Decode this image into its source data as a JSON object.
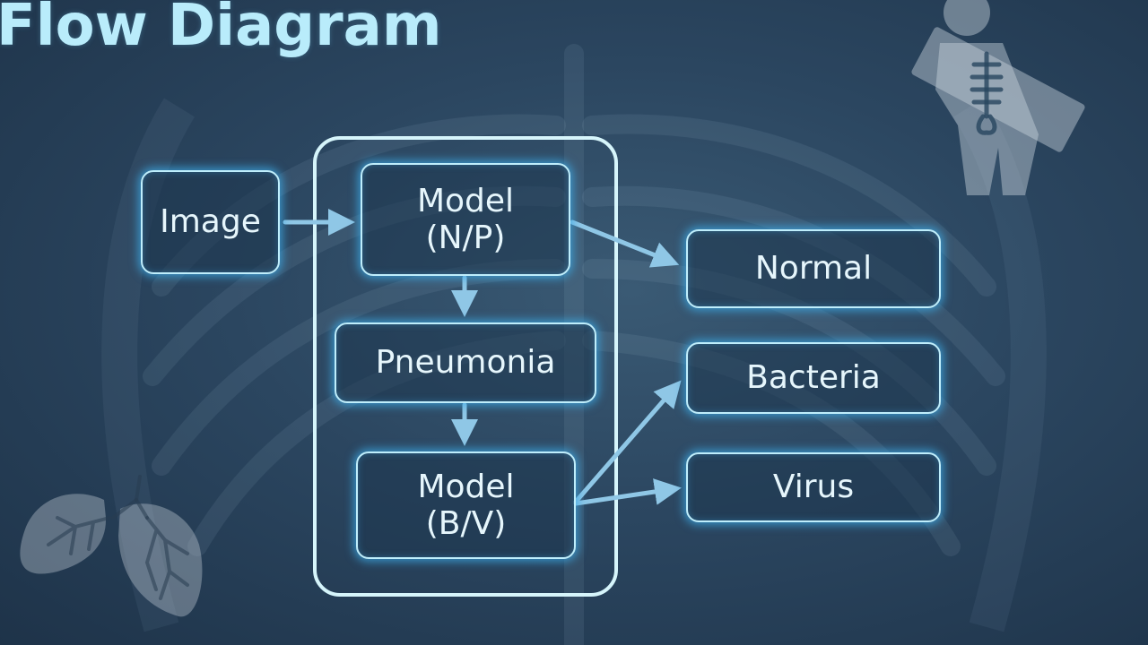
{
  "title": "Flow Diagram",
  "nodes": {
    "image": "Image",
    "model_np": {
      "line1": "Model",
      "line2": "(N/P)"
    },
    "pneumonia": "Pneumonia",
    "model_bv": {
      "line1": "Model",
      "line2": "(B/V)"
    },
    "normal": "Normal",
    "bacteria": "Bacteria",
    "virus": "Virus"
  },
  "icons": [
    "xray-person-icon",
    "lungs-icon"
  ],
  "colors": {
    "background": "#2b4660",
    "box_border": "#bfeefc",
    "glow": "#3caae6",
    "arrow": "#8fc7e6",
    "title": "#b9ecfb"
  }
}
